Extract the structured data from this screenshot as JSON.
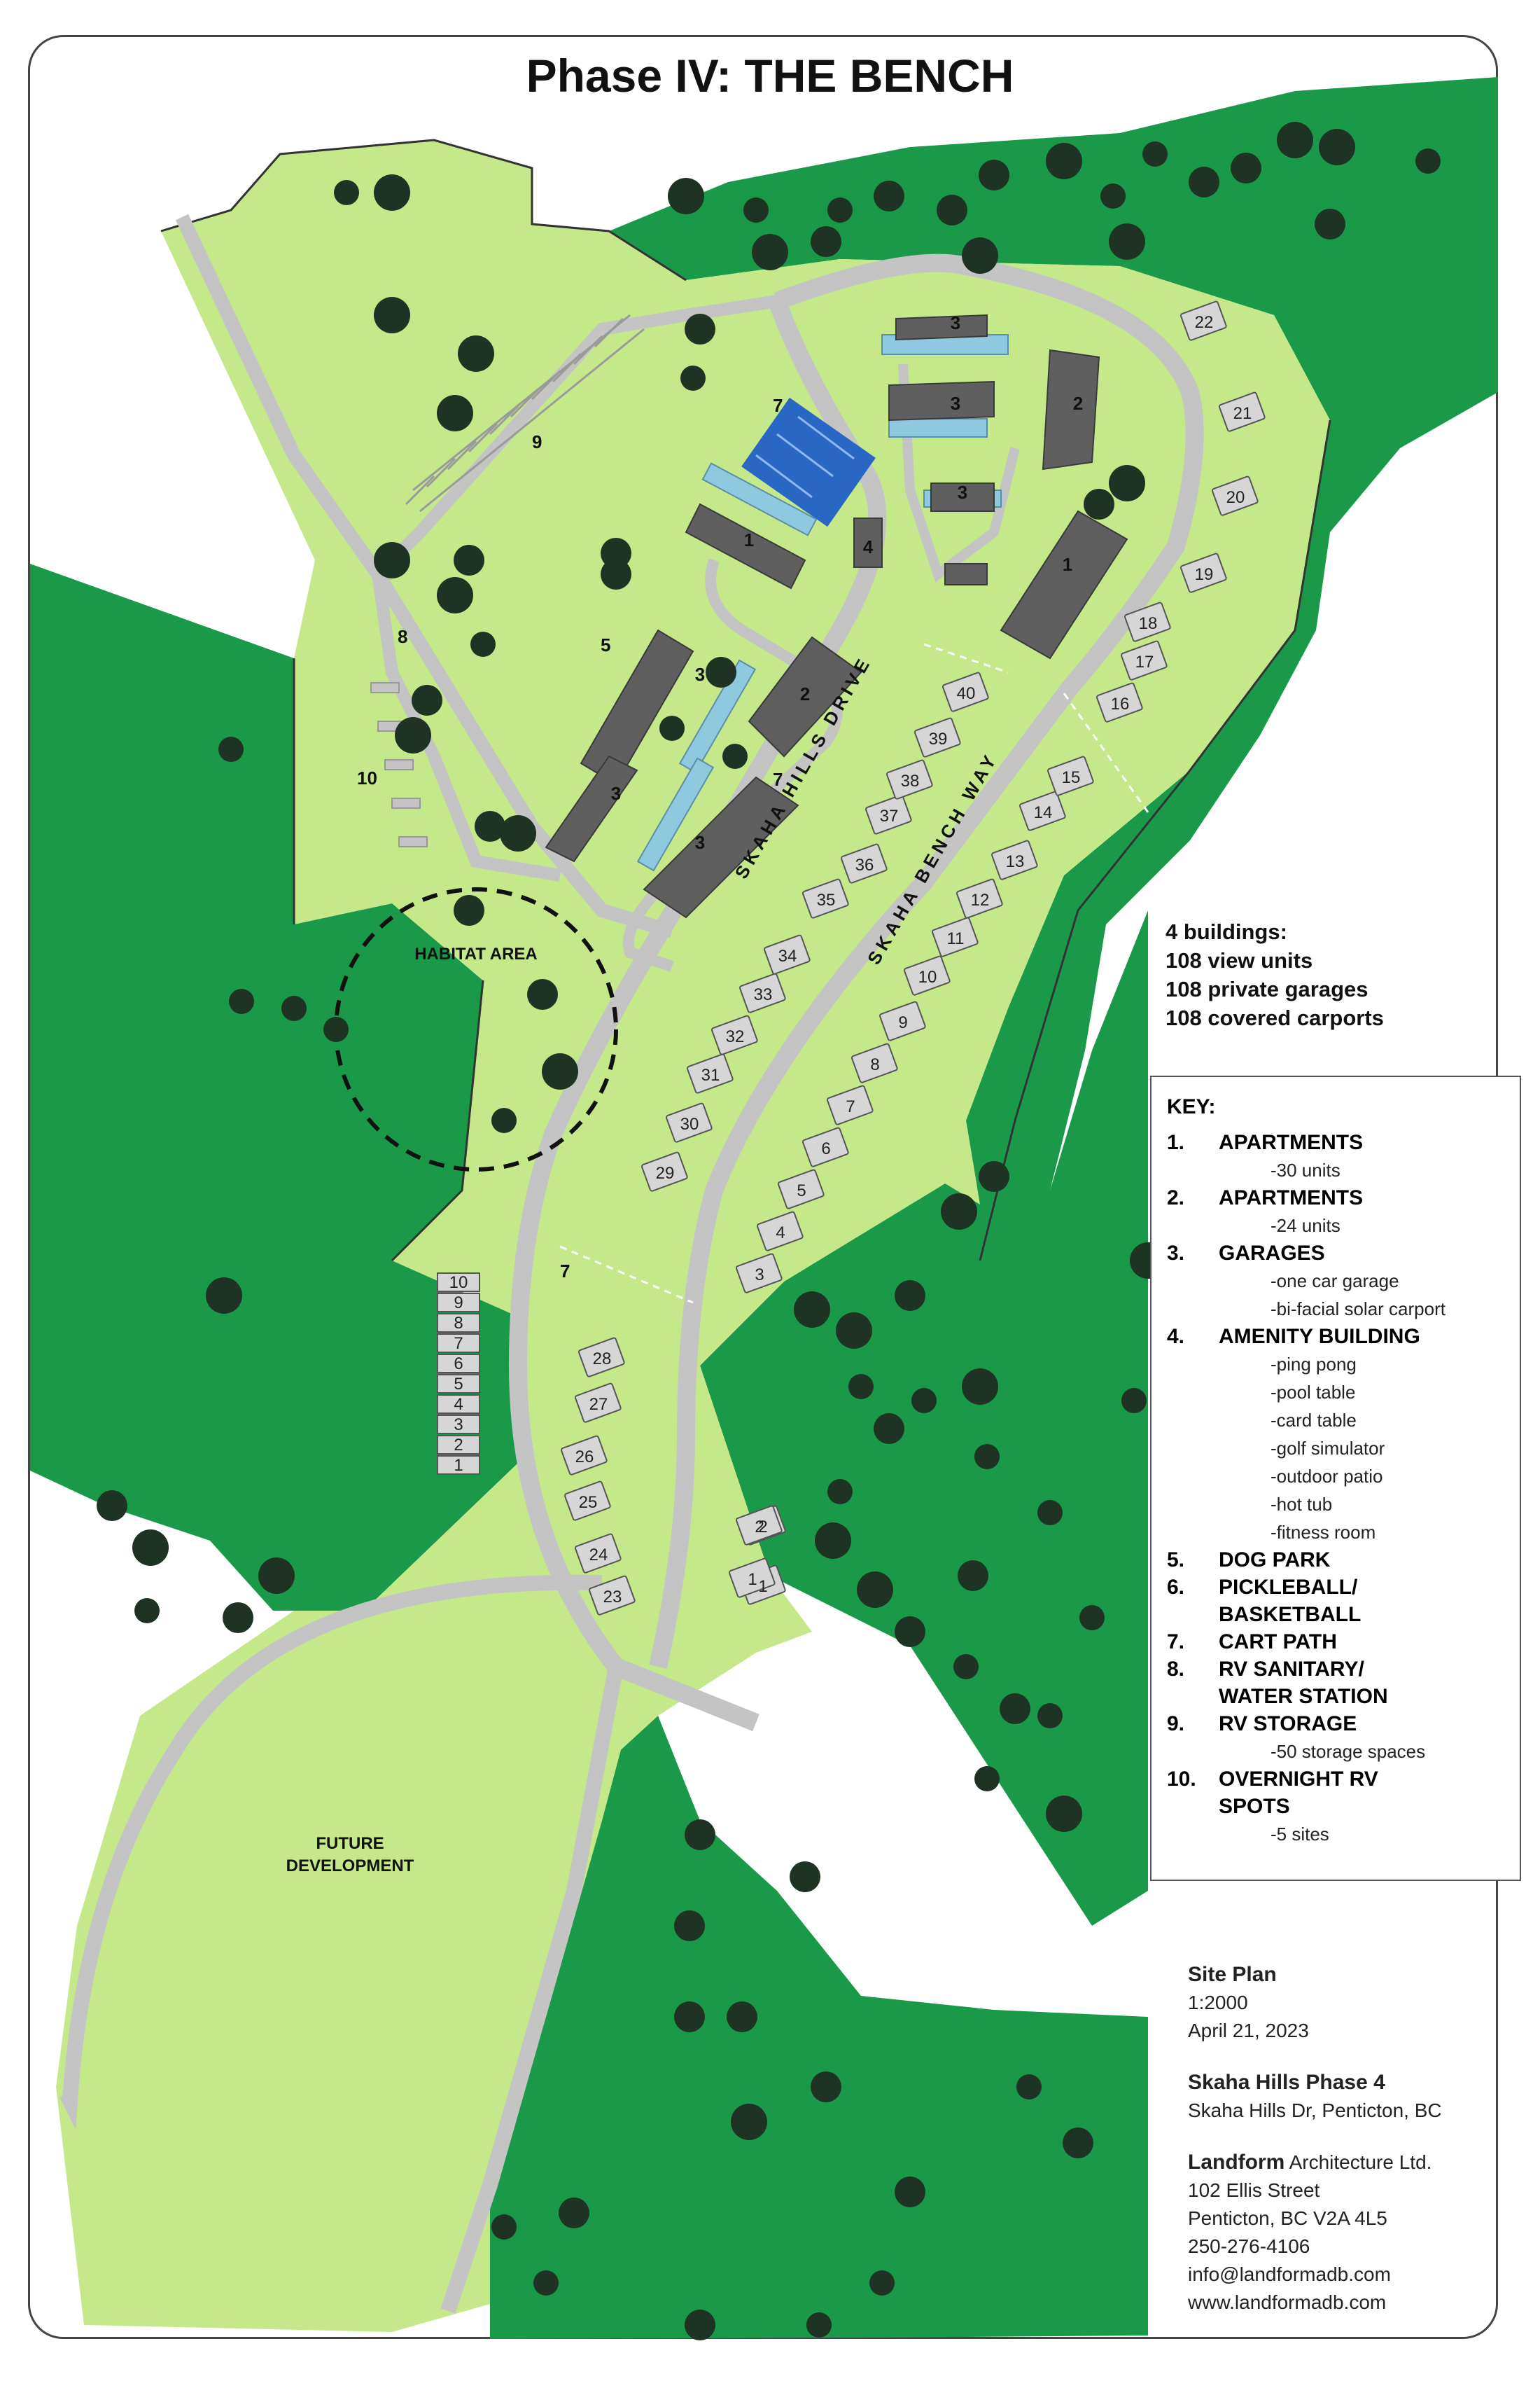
{
  "title": "Phase IV: THE BENCH",
  "map_labels": {
    "habitat_area": "HABITAT AREA",
    "future_development_line1": "FUTURE",
    "future_development_line2": "DEVELOPMENT",
    "skaha_hills_drive": "SKAHA HILLS DRIVE",
    "skaha_bench_way": "SKAHA BENCH WAY",
    "dog_park_num": "5",
    "rv_storage_num": "9",
    "rv_station_num": "8",
    "overnight_rv_num": "10",
    "cart_path_num_a": "7",
    "cart_path_num_b": "7",
    "cart_path_num_c": "7"
  },
  "buildings": [
    {
      "num": "1"
    },
    {
      "num": "2"
    },
    {
      "num": "3"
    },
    {
      "num": "3"
    },
    {
      "num": "3"
    },
    {
      "num": "1"
    },
    {
      "num": "2"
    },
    {
      "num": "3"
    },
    {
      "num": "3"
    },
    {
      "num": "3"
    },
    {
      "num": "4"
    }
  ],
  "lots": [
    "1",
    "2",
    "3",
    "4",
    "5",
    "6",
    "7",
    "8",
    "9",
    "10",
    "11",
    "12",
    "13",
    "14",
    "15",
    "16",
    "17",
    "18",
    "19",
    "20",
    "21",
    "22",
    "23",
    "24",
    "25",
    "26",
    "27",
    "28",
    "29",
    "30",
    "31",
    "32",
    "33",
    "34",
    "35",
    "36",
    "37",
    "38",
    "39",
    "40",
    "1",
    "2"
  ],
  "rv_column": [
    "10",
    "9",
    "8",
    "7",
    "6",
    "5",
    "4",
    "3",
    "2",
    "1"
  ],
  "summary": {
    "line1": "4 buildings:",
    "line2": "108 view units",
    "line3": "108 private garages",
    "line4": "108 covered carports"
  },
  "key": {
    "title": "KEY:",
    "items": [
      {
        "num": "1.",
        "label": "APARTMENTS",
        "subs": [
          "-30 units"
        ]
      },
      {
        "num": "2.",
        "label": "APARTMENTS",
        "subs": [
          "-24 units"
        ]
      },
      {
        "num": "3.",
        "label": "GARAGES",
        "subs": [
          "-one car garage",
          "-bi-facial solar carport"
        ]
      },
      {
        "num": "4.",
        "label": "AMENITY BUILDING",
        "subs": [
          "-ping pong",
          "-pool table",
          "-card table",
          "-golf simulator",
          "-outdoor patio",
          "-hot tub",
          "-fitness room"
        ]
      },
      {
        "num": "5.",
        "label": "DOG PARK",
        "subs": []
      },
      {
        "num": "6.",
        "label": "PICKLEBALL/\nBASKETBALL",
        "subs": []
      },
      {
        "num": "7.",
        "label": "CART PATH",
        "subs": []
      },
      {
        "num": "8.",
        "label": "RV SANITARY/\n WATER STATION",
        "subs": []
      },
      {
        "num": "9.",
        "label": "RV STORAGE",
        "subs": [
          "-50 storage spaces"
        ]
      },
      {
        "num": "10.",
        "label": "OVERNIGHT RV\nSPOTS",
        "subs": [
          "-5 sites"
        ]
      }
    ]
  },
  "info": {
    "plan_title": "Site Plan",
    "scale": "1:2000",
    "date": "April 21, 2023",
    "project_title": "Skaha Hills Phase 4",
    "project_address": "Skaha Hills Dr, Penticton, BC",
    "firm_name": "Landform",
    "firm_suffix": " Architecture Ltd.",
    "street": "102 Ellis Street",
    "city": "Penticton, BC  V2A 4L5",
    "phone": "250-276-4106",
    "email": "info@landformadb.com",
    "web": "www.landformadb.com"
  },
  "colors": {
    "forest": "#1a9a48",
    "site": "#c5e88a",
    "road": "#c4c4c4",
    "building": "#5f5f5f",
    "carport": "#8ec9e0",
    "court": "#2a67c4",
    "tree": "#1e3324"
  }
}
